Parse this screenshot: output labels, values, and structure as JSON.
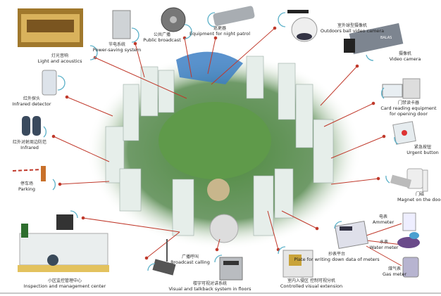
{
  "colors": {
    "connector": "#c0392b",
    "accent_arc": "#5ab0c8",
    "greenery": "#4e8a3e",
    "building": "#e4ebe8",
    "water": "#3d7fc4"
  },
  "devices": [
    {
      "id": "light",
      "cn": "灯光音响",
      "en": "Light and acoustics"
    },
    {
      "id": "power",
      "cn": "节电系统",
      "en": "Power-saving system"
    },
    {
      "id": "broadcast",
      "cn": "公共广播",
      "en": "Public broadcast"
    },
    {
      "id": "patrol",
      "cn": "巡更器",
      "en": "Equipment for night patrol"
    },
    {
      "id": "dome",
      "cn": "室外球型摄像机",
      "en": "Outdoors ball video camera"
    },
    {
      "id": "camera",
      "cn": "摄像机",
      "en": "Video camera"
    },
    {
      "id": "card",
      "cn": "门禁读卡器",
      "en": "Card reading equipment for opening door"
    },
    {
      "id": "urgent",
      "cn": "紧急按钮",
      "en": "Urgent button"
    },
    {
      "id": "magnet",
      "cn": "门磁",
      "en": "Magnet on the door"
    },
    {
      "id": "ammeter",
      "cn": "电表",
      "en": "Ammeter"
    },
    {
      "id": "water",
      "cn": "水表",
      "en": "Water meter"
    },
    {
      "id": "gas",
      "cn": "煤气表",
      "en": "Gas meter"
    },
    {
      "id": "plate",
      "cn": "抄表平台",
      "en": "Plate for writing down data of meters"
    },
    {
      "id": "extension",
      "cn": "室内入侵区 控制可视分机",
      "en": "Controlled visual extension"
    },
    {
      "id": "talkback",
      "cn": "楼宇可视对讲系统",
      "en": "Visual and talkback system in floors"
    },
    {
      "id": "calling",
      "cn": "广播呼叫",
      "en": "Broadcast calling"
    },
    {
      "id": "center",
      "cn": "小区监控管理中心",
      "en": "Inspection and management center"
    },
    {
      "id": "parking",
      "cn": "停车场",
      "en": "Parking"
    },
    {
      "id": "infrared",
      "cn": "红外对射周边防范",
      "en": "Infrared"
    },
    {
      "id": "detector",
      "cn": "红外探头",
      "en": "Infrared detector"
    }
  ],
  "camera_brand": "BALAS"
}
